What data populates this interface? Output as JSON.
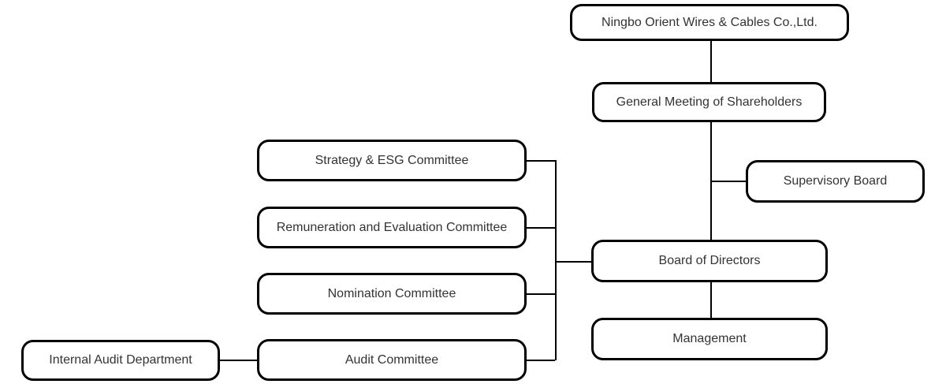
{
  "diagram": {
    "type": "org-chart",
    "colors": {
      "background": "#ffffff",
      "node_border": "#000000",
      "node_fill": "#ffffff",
      "text": "#333333",
      "connector": "#000000"
    },
    "nodes": {
      "company": {
        "label": "Ningbo Orient Wires & Cables Co.,Ltd."
      },
      "gms": {
        "label": "General Meeting of Shareholders"
      },
      "supervisory": {
        "label": "Supervisory Board"
      },
      "board": {
        "label": "Board of Directors"
      },
      "management": {
        "label": "Management"
      },
      "strategy": {
        "label": "Strategy & ESG Committee"
      },
      "remuneration": {
        "label": "Remuneration and Evaluation Committee"
      },
      "nomination": {
        "label": "Nomination Committee"
      },
      "audit": {
        "label": "Audit Committee"
      },
      "internal_audit": {
        "label": "Internal Audit Department"
      }
    },
    "edges": [
      {
        "from": "company",
        "to": "gms"
      },
      {
        "from": "gms",
        "to": "board"
      },
      {
        "from": "gms_board_trunk",
        "to": "supervisory"
      },
      {
        "from": "board",
        "to": "management"
      },
      {
        "from": "board",
        "to": "strategy"
      },
      {
        "from": "board",
        "to": "remuneration"
      },
      {
        "from": "board",
        "to": "nomination"
      },
      {
        "from": "board",
        "to": "audit"
      },
      {
        "from": "internal_audit",
        "to": "audit"
      }
    ]
  }
}
